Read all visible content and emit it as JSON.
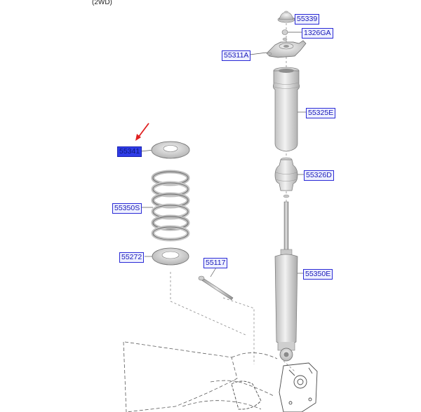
{
  "diagram": {
    "variant_label": "(2WD)",
    "callouts": [
      {
        "id": "55339",
        "label": "55339"
      },
      {
        "id": "1326GA",
        "label": "1326GA"
      },
      {
        "id": "55311A",
        "label": "55311A"
      },
      {
        "id": "55325E",
        "label": "55325E"
      },
      {
        "id": "55341",
        "label": "55341",
        "selected": true
      },
      {
        "id": "55326D",
        "label": "55326D"
      },
      {
        "id": "55350S",
        "label": "55350S"
      },
      {
        "id": "55272",
        "label": "55272"
      },
      {
        "id": "55117",
        "label": "55117"
      },
      {
        "id": "55350E",
        "label": "55350E"
      }
    ],
    "colors": {
      "callout_border": "#2a2ad6",
      "callout_fill": "#eef0ff",
      "callout_selected": "#2f3ce8",
      "arrow": "#e02020",
      "part_gray": "#d6d6d6"
    }
  }
}
